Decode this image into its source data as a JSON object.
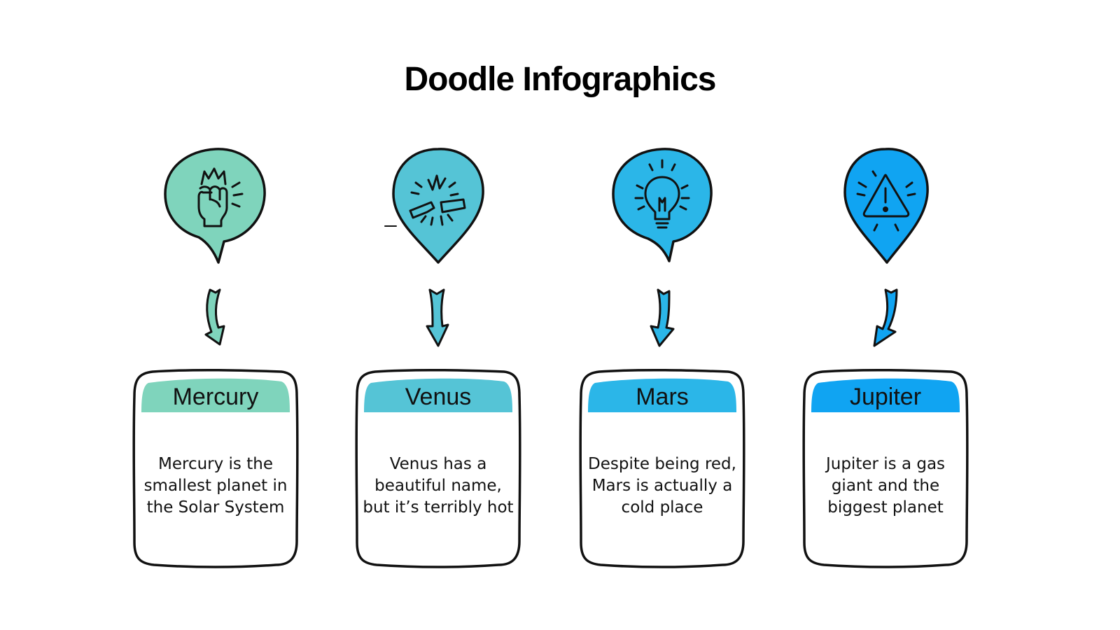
{
  "title": "Doodle Infographics",
  "items": [
    {
      "name": "Mercury",
      "description": "Mercury is the smallest planet in the Solar System",
      "color": "#7fd4bc",
      "icon": "fist-icon"
    },
    {
      "name": "Venus",
      "description": "Venus has a beautiful name, but it’s terribly hot",
      "color": "#55c4d6",
      "icon": "broken-bar-icon"
    },
    {
      "name": "Mars",
      "description": "Despite being red, Mars is actually a cold place",
      "color": "#2bb6e8",
      "icon": "lightbulb-icon"
    },
    {
      "name": "Jupiter",
      "description": "Jupiter is a gas giant and the biggest planet",
      "color": "#10a4f2",
      "icon": "warning-icon"
    }
  ]
}
